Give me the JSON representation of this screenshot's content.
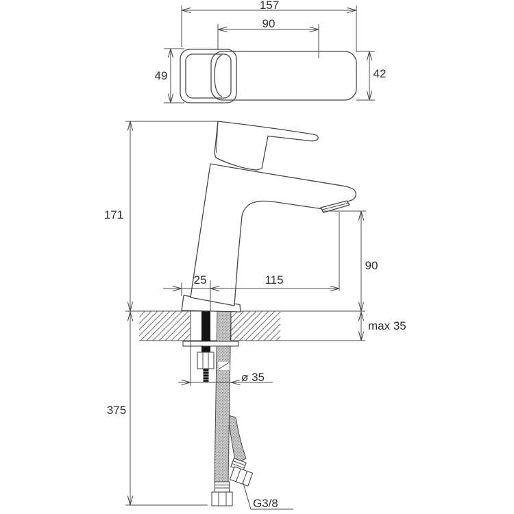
{
  "drawing": {
    "type": "technical-dimension-drawing",
    "subject": "single-lever basin mixer faucet, top and front installation views",
    "views": {
      "top": {
        "overall_length": "157",
        "body_length": "90",
        "handle_width": "49",
        "body_width": "42"
      },
      "front": {
        "total_height": "171",
        "spout_outlet_height": "90",
        "base_front_offset": "25",
        "spout_reach": "115",
        "mount_thickness": "max 35",
        "hole_diameter": "ø 35",
        "hose_length": "375",
        "connection_thread": "G3/8"
      }
    },
    "colors": {
      "line": "#464646",
      "text": "#303030",
      "rod": "#141414",
      "braid_base": "#c9c9c9",
      "braid_dot": "#8b8b8b",
      "background": "#ffffff"
    }
  }
}
